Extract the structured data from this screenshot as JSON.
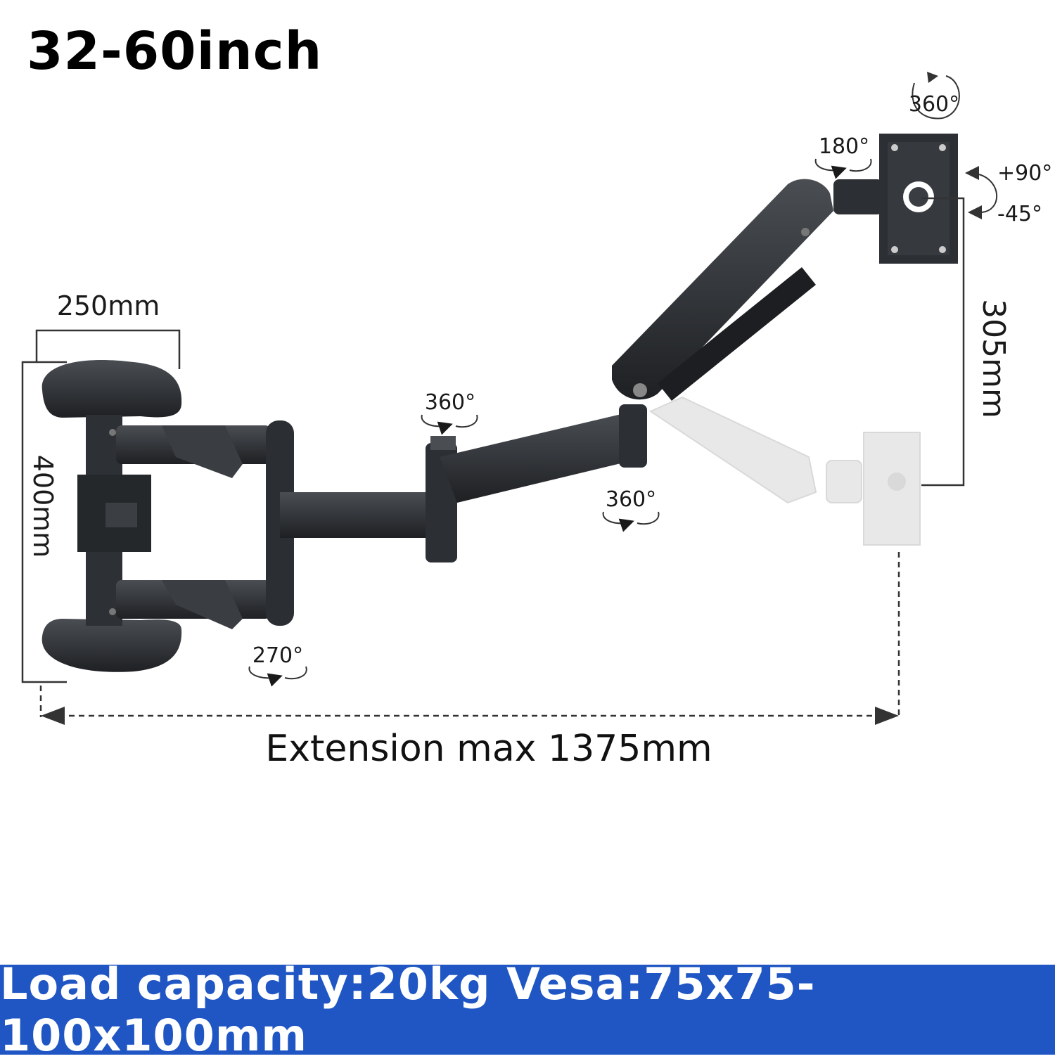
{
  "title": "32-60inch",
  "dimensions": {
    "width": "250mm",
    "height": "400mm",
    "vertical_travel": "305mm",
    "extension": "Extension max 1375mm"
  },
  "rotations": {
    "wall_joint": "270°",
    "elbow_joint": "360°",
    "arm_base": "360°",
    "head_swivel": "180°",
    "head_rotate": "360°",
    "tilt_up": "+90°",
    "tilt_down": "-45°"
  },
  "footer": "Load capacity:20kg Vesa:75x75-100x100mm",
  "colors": {
    "footer_bg": "#1f56c4",
    "arm": "#2c2f33",
    "ghost": "#e6e6e6"
  }
}
